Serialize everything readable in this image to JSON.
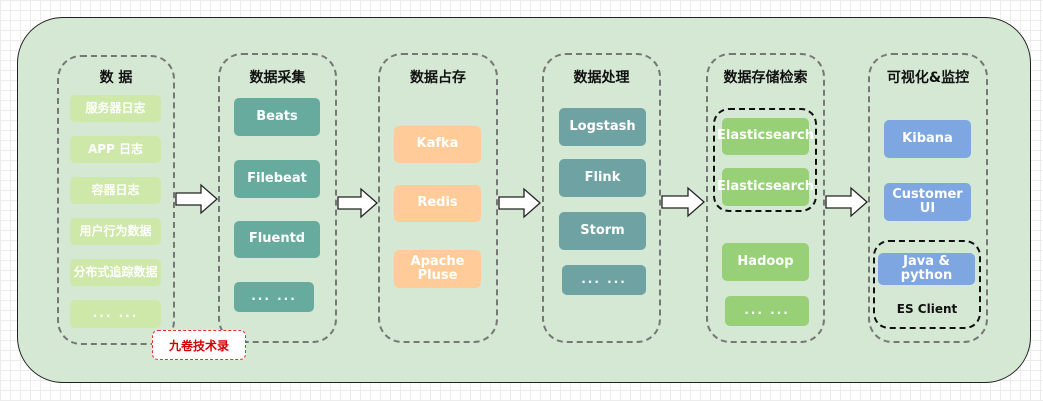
{
  "columns": {
    "data": {
      "title": "数 据",
      "items": [
        "服务器日志",
        "APP 日志",
        "容器日志",
        "用户行为数据",
        "分布式追踪数据",
        "...   ..."
      ]
    },
    "collect": {
      "title": "数据采集",
      "items": [
        "Beats",
        "Filebeat",
        "Fluentd",
        "...   ..."
      ]
    },
    "buffer": {
      "title": "数据占存",
      "items": [
        "Kafka",
        "Redis",
        "Apache\nPluse"
      ]
    },
    "process": {
      "title": "数据处理",
      "items": [
        "Logstash",
        "Flink",
        "Storm",
        "...   ..."
      ]
    },
    "storage": {
      "title": "数据存储检索",
      "items": [
        "Elasticsearch",
        "Elasticsearch",
        "Hadoop",
        "...   ..."
      ]
    },
    "visual": {
      "title": "可视化&监控",
      "items": [
        "Kibana",
        "Customer UI",
        "Java & python"
      ],
      "group_label": "ES Client"
    }
  },
  "watermark": "九卷技术录",
  "colors": {
    "background": "#d5e8d4",
    "light_green": "#cde8a8",
    "teal": "#67ab9f",
    "orange": "#ffcc99",
    "dark_teal": "#6fa3a3",
    "green": "#97d077",
    "blue": "#7ea6e0"
  }
}
